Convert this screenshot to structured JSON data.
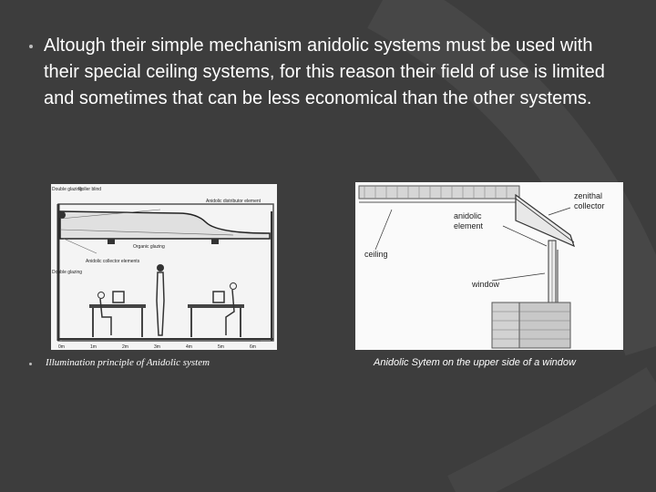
{
  "slide": {
    "body_text": "Altough  their simple mechanism anidolic systems must be used with their special ceiling systems, for this reason their field of use is limited and sometimes that can be less economical than the other systems.",
    "caption_left": "Illumination principle of Anidolic system",
    "caption_right": "Anidolic Sytem on the upper side of a window"
  },
  "figure_left": {
    "labels": {
      "double_glazing_top": "Double glazing",
      "roller_blind": "Roller blind",
      "distributor": "Anidolic distributor element",
      "organic_glazing": "Organic glazing",
      "collector": "Anidolic collector elements",
      "double_glazing_bottom": "Double glazing"
    },
    "scale": [
      "0m",
      "1m",
      "2m",
      "3m",
      "4m",
      "5m",
      "6m"
    ]
  },
  "figure_right": {
    "labels": {
      "zenithal": "zenithal",
      "collector": "collector",
      "anidolic": "anidolic",
      "element": "element",
      "ceiling": "ceiling",
      "window": "window"
    }
  },
  "colors": {
    "background": "#3d3d3d",
    "text": "#ffffff",
    "figure_bg": "#f4f4f4"
  }
}
